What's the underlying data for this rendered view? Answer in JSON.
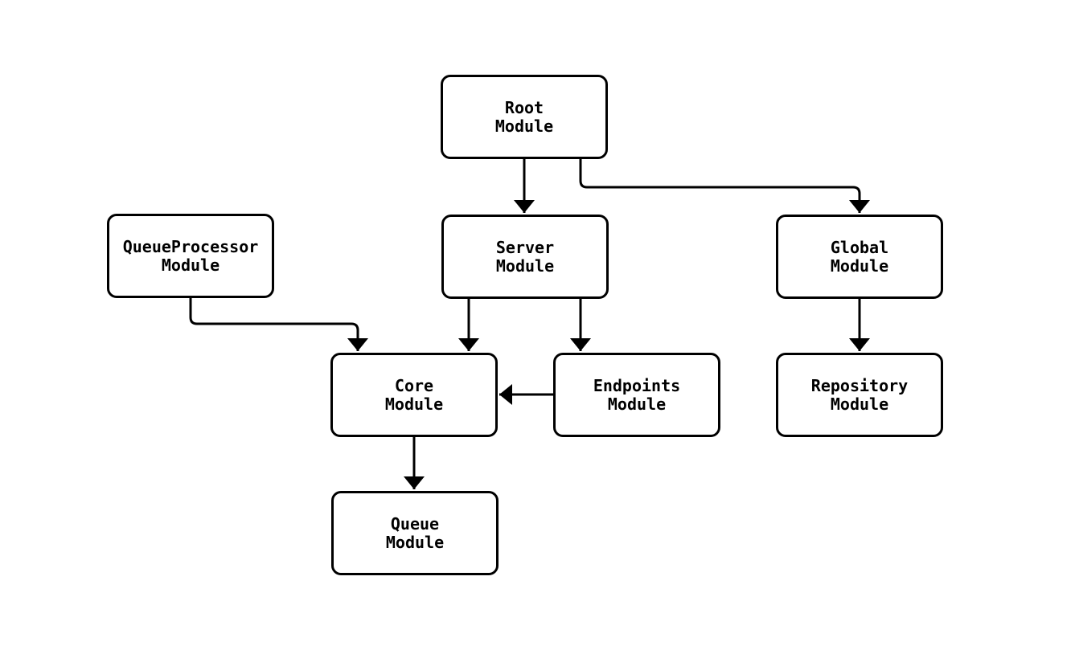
{
  "diagram": {
    "type": "flowchart",
    "colors": {
      "background": "#ffffff",
      "node_fill": "#ffffff",
      "node_border": "#000000",
      "edge_stroke": "#000000",
      "text": "#000000"
    },
    "nodes": {
      "root": {
        "label": "Root\nModule"
      },
      "queue_processor": {
        "label": "QueueProcessor\nModule"
      },
      "server": {
        "label": "Server\nModule"
      },
      "global": {
        "label": "Global\nModule"
      },
      "core": {
        "label": "Core\nModule"
      },
      "endpoints": {
        "label": "Endpoints\nModule"
      },
      "repository": {
        "label": "Repository\nModule"
      },
      "queue": {
        "label": "Queue\nModule"
      }
    },
    "edges": [
      {
        "from": "Root Module",
        "to": "Server Module"
      },
      {
        "from": "Root Module",
        "to": "Global Module"
      },
      {
        "from": "QueueProcessor Module",
        "to": "Core Module"
      },
      {
        "from": "Server Module",
        "to": "Core Module"
      },
      {
        "from": "Server Module",
        "to": "Endpoints Module"
      },
      {
        "from": "Endpoints Module",
        "to": "Core Module"
      },
      {
        "from": "Core Module",
        "to": "Queue Module"
      },
      {
        "from": "Global Module",
        "to": "Repository Module"
      }
    ]
  }
}
